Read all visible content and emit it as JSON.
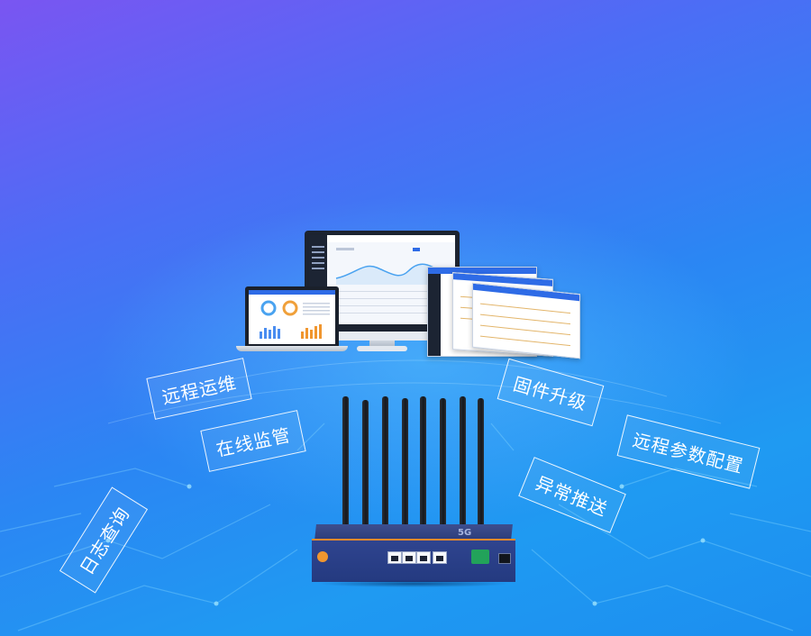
{
  "features": {
    "remote_ops": "远程运维",
    "online_monitoring": "在线监管",
    "log_query": "日志查询",
    "firmware_upgrade": "固件升级",
    "remote_parameter_config": "远程参数配置",
    "alert_push": "异常推送"
  },
  "router": {
    "badge": "5G"
  },
  "colors": {
    "background_top": "#7a55f2",
    "background_bottom": "#1c8ef0",
    "router_body": "#2c3c79",
    "router_accent": "#ef8a2b",
    "tag_border": "#ffffff"
  },
  "icons": [
    "monitor-icon",
    "laptop-icon",
    "router-icon"
  ]
}
